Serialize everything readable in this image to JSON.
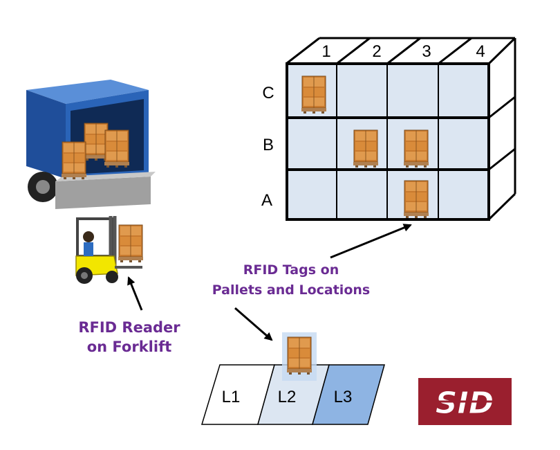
{
  "rack": {
    "columns": [
      "1",
      "2",
      "3",
      "4"
    ],
    "rows": [
      "C",
      "B",
      "A"
    ],
    "occupied_cells": [
      "C1",
      "B2",
      "B3",
      "A3"
    ]
  },
  "labels": {
    "tags_line1": "RFID Tags on",
    "tags_line2": "Pallets and Locations",
    "reader_line1": "RFID Reader",
    "reader_line2": "on Forklift"
  },
  "floor_locations": [
    "L1",
    "L2",
    "L3"
  ],
  "logo": {
    "text": "SID",
    "background": "#9a1f2e"
  },
  "colors": {
    "cell": "#dce6f2",
    "label_purple": "#6a2b93",
    "truck_blue": "#2a64b8",
    "l2_fill": "#dce6f2",
    "l3_fill": "#8eb4e3",
    "pallet": "#d98b3a"
  }
}
